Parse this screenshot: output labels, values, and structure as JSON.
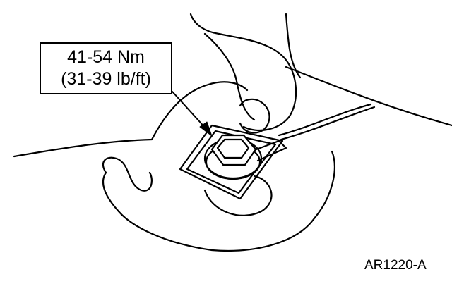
{
  "callout": {
    "torque_nm": "41-54 Nm",
    "torque_lbft": "(31-39 lb/ft)"
  },
  "figure": {
    "code": "AR1220-A"
  }
}
